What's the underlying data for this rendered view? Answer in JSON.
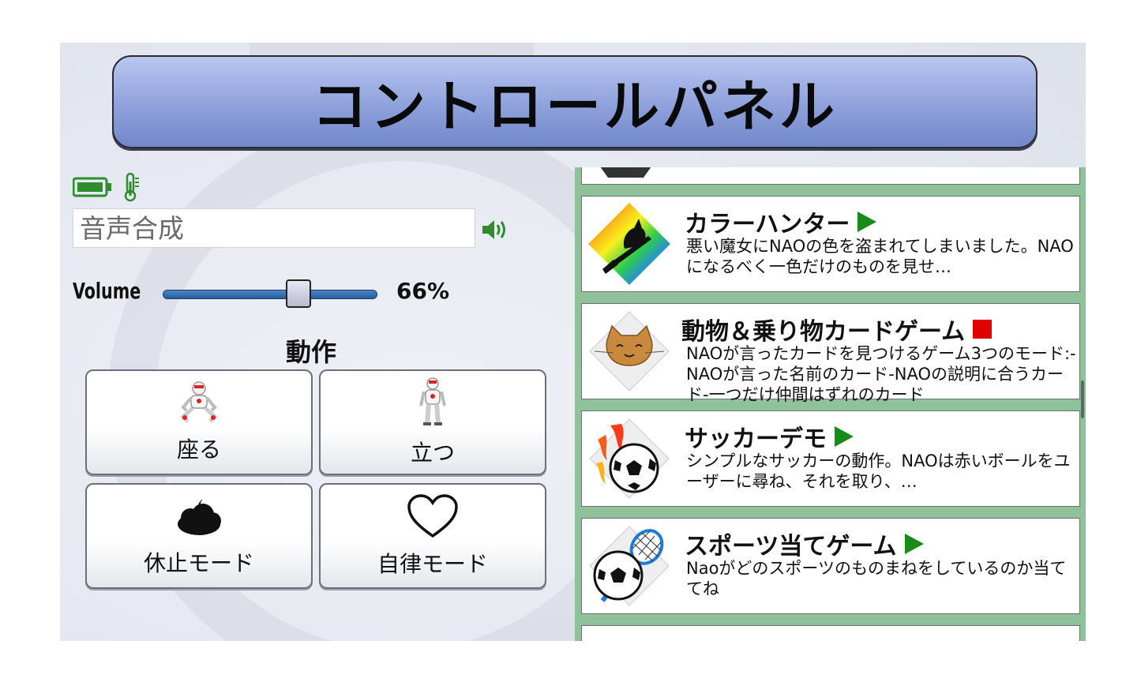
{
  "header": {
    "title": "コントロールパネル"
  },
  "status": {
    "battery_icon": "battery-icon",
    "thermometer_icon": "thermometer-icon",
    "color": "#2e8b2e"
  },
  "speech": {
    "placeholder": "音声合成",
    "speaker_icon": "speaker-icon"
  },
  "volume": {
    "label": "Volume",
    "value_text": "66%",
    "level": 0.66
  },
  "actions": {
    "title": "動作",
    "buttons": [
      {
        "label": "座る",
        "icon": "robot-sitting-icon"
      },
      {
        "label": "立つ",
        "icon": "robot-standing-icon"
      },
      {
        "label": "休止モード",
        "icon": "cloud-moon-icon"
      },
      {
        "label": "自律モード",
        "icon": "heart-icon"
      }
    ]
  },
  "apps": [
    {
      "title": "カラーハンター",
      "status": "play",
      "icon": "witch-icon",
      "desc": "悪い魔女にNAOの色を盗まれてしまいました。NAOになるべく一色だけのものを見せ…"
    },
    {
      "title": "動物＆乗り物カードゲーム",
      "status": "stop",
      "icon": "cat-icon",
      "desc": "NAOが言ったカードを見つけるゲーム3つのモード:-NAOが言った名前のカード-NAOの説明に合うカード-一つだけ仲間はずれのカード"
    },
    {
      "title": "サッカーデモ",
      "status": "play",
      "icon": "soccer-ball-fire-icon",
      "desc": "シンプルなサッカーの動作。NAOは赤いボールをユーザーに尋ね、それを取り、…"
    },
    {
      "title": "スポーツ当てゲーム",
      "status": "play",
      "icon": "soccer-racket-icon",
      "desc": "Naoがどのスポーツのものまねをしているのか当ててね"
    }
  ],
  "colors": {
    "title_bar": "#8ea1db",
    "list_bg": "#8fc19b",
    "play": "#1a8a1a",
    "stop": "#e10000"
  }
}
